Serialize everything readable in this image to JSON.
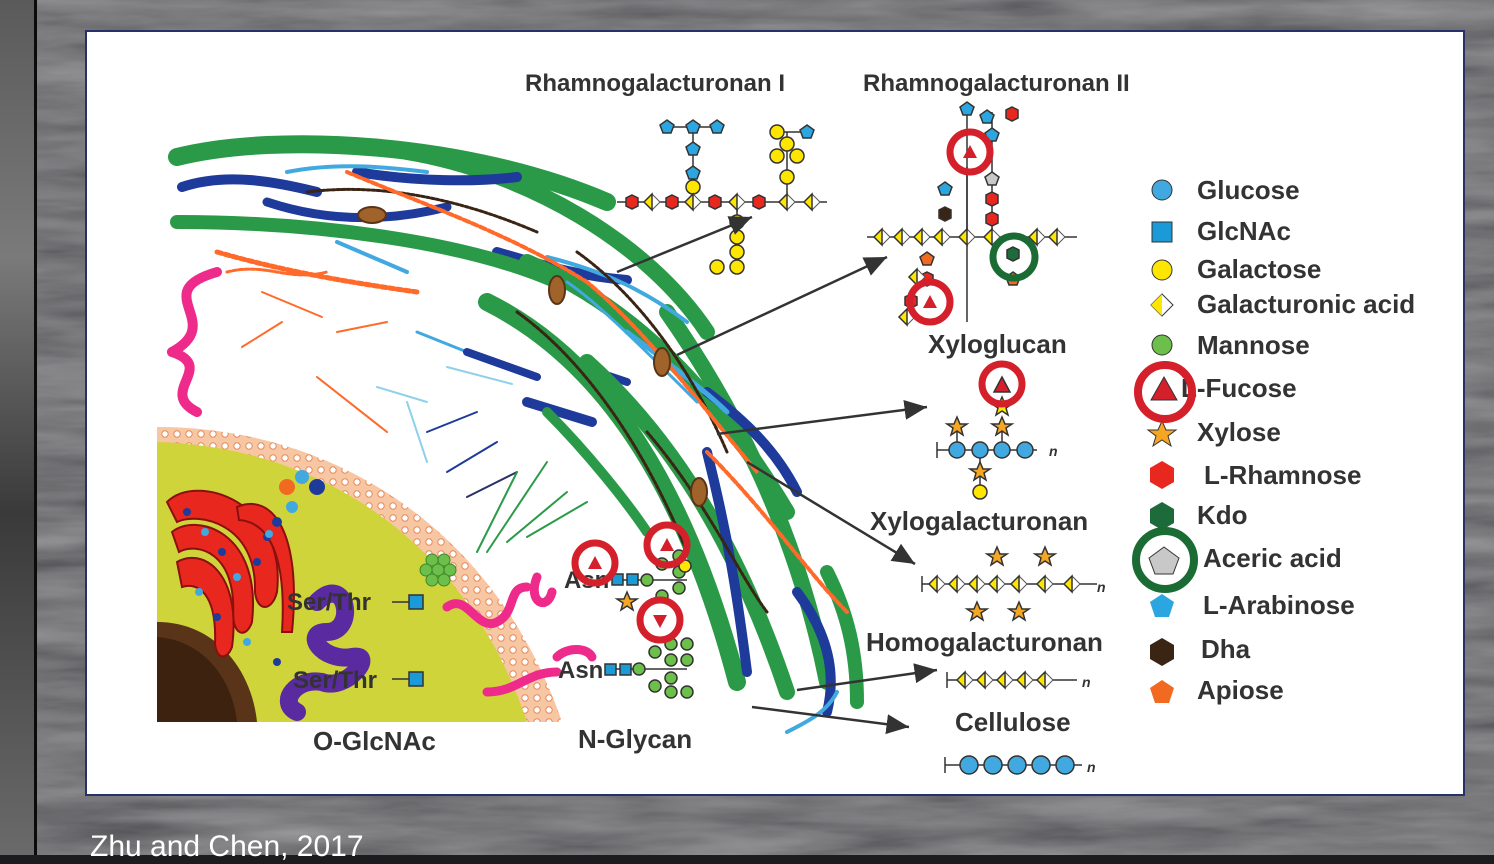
{
  "figure": {
    "labels": {
      "rg1": "Rhamnogalacturonan I",
      "rg2": "Rhamnogalacturonan II",
      "xyloglucan": "Xyloglucan",
      "xylogalacturonan": "Xylogalacturonan",
      "homogalacturonan": "Homogalacturonan",
      "cellulose": "Cellulose",
      "o_glcnac": "O-GlcNAc",
      "n_glycan": "N-Glycan",
      "ser_thr": "Ser/Thr",
      "asn": "Asn",
      "repeat": "n"
    },
    "legend": [
      {
        "label": "Glucose",
        "symbol": "blue-circle-icon",
        "color": "#41a9e0"
      },
      {
        "label": "GlcNAc",
        "symbol": "blue-square-icon",
        "color": "#1a9ad6"
      },
      {
        "label": "Galactose",
        "symbol": "yellow-circle-icon",
        "color": "#ffe600"
      },
      {
        "label": "Galacturonic acid",
        "symbol": "half-diamond-icon",
        "color": "#ffe600"
      },
      {
        "label": "Mannose",
        "symbol": "green-circle-icon",
        "color": "#6cbf4a"
      },
      {
        "label": "L-Fucose",
        "symbol": "red-triangle-icon",
        "color": "#d3202a"
      },
      {
        "label": "Xylose",
        "symbol": "orange-star-icon",
        "color": "#f5a623"
      },
      {
        "label": "L-Rhamnose",
        "symbol": "red-hexagon-icon",
        "color": "#e8281e"
      },
      {
        "label": "Kdo",
        "symbol": "dark-green-hexagon-icon",
        "color": "#1d6b3a"
      },
      {
        "label": "Aceric acid",
        "symbol": "grey-pentagon-icon",
        "color": "#c8c8c8"
      },
      {
        "label": "L-Arabinose",
        "symbol": "blue-pentagon-icon",
        "color": "#2ca6e0"
      },
      {
        "label": "Dha",
        "symbol": "brown-hexagon-icon",
        "color": "#3a2414"
      },
      {
        "label": "Apiose",
        "symbol": "orange-pentagon-icon",
        "color": "#f26a21"
      }
    ],
    "highlight_colors": {
      "fucose": "#d3202a",
      "aceric_acid": "#1b6b35"
    }
  },
  "caption": "Zhu and Chen, 2017"
}
